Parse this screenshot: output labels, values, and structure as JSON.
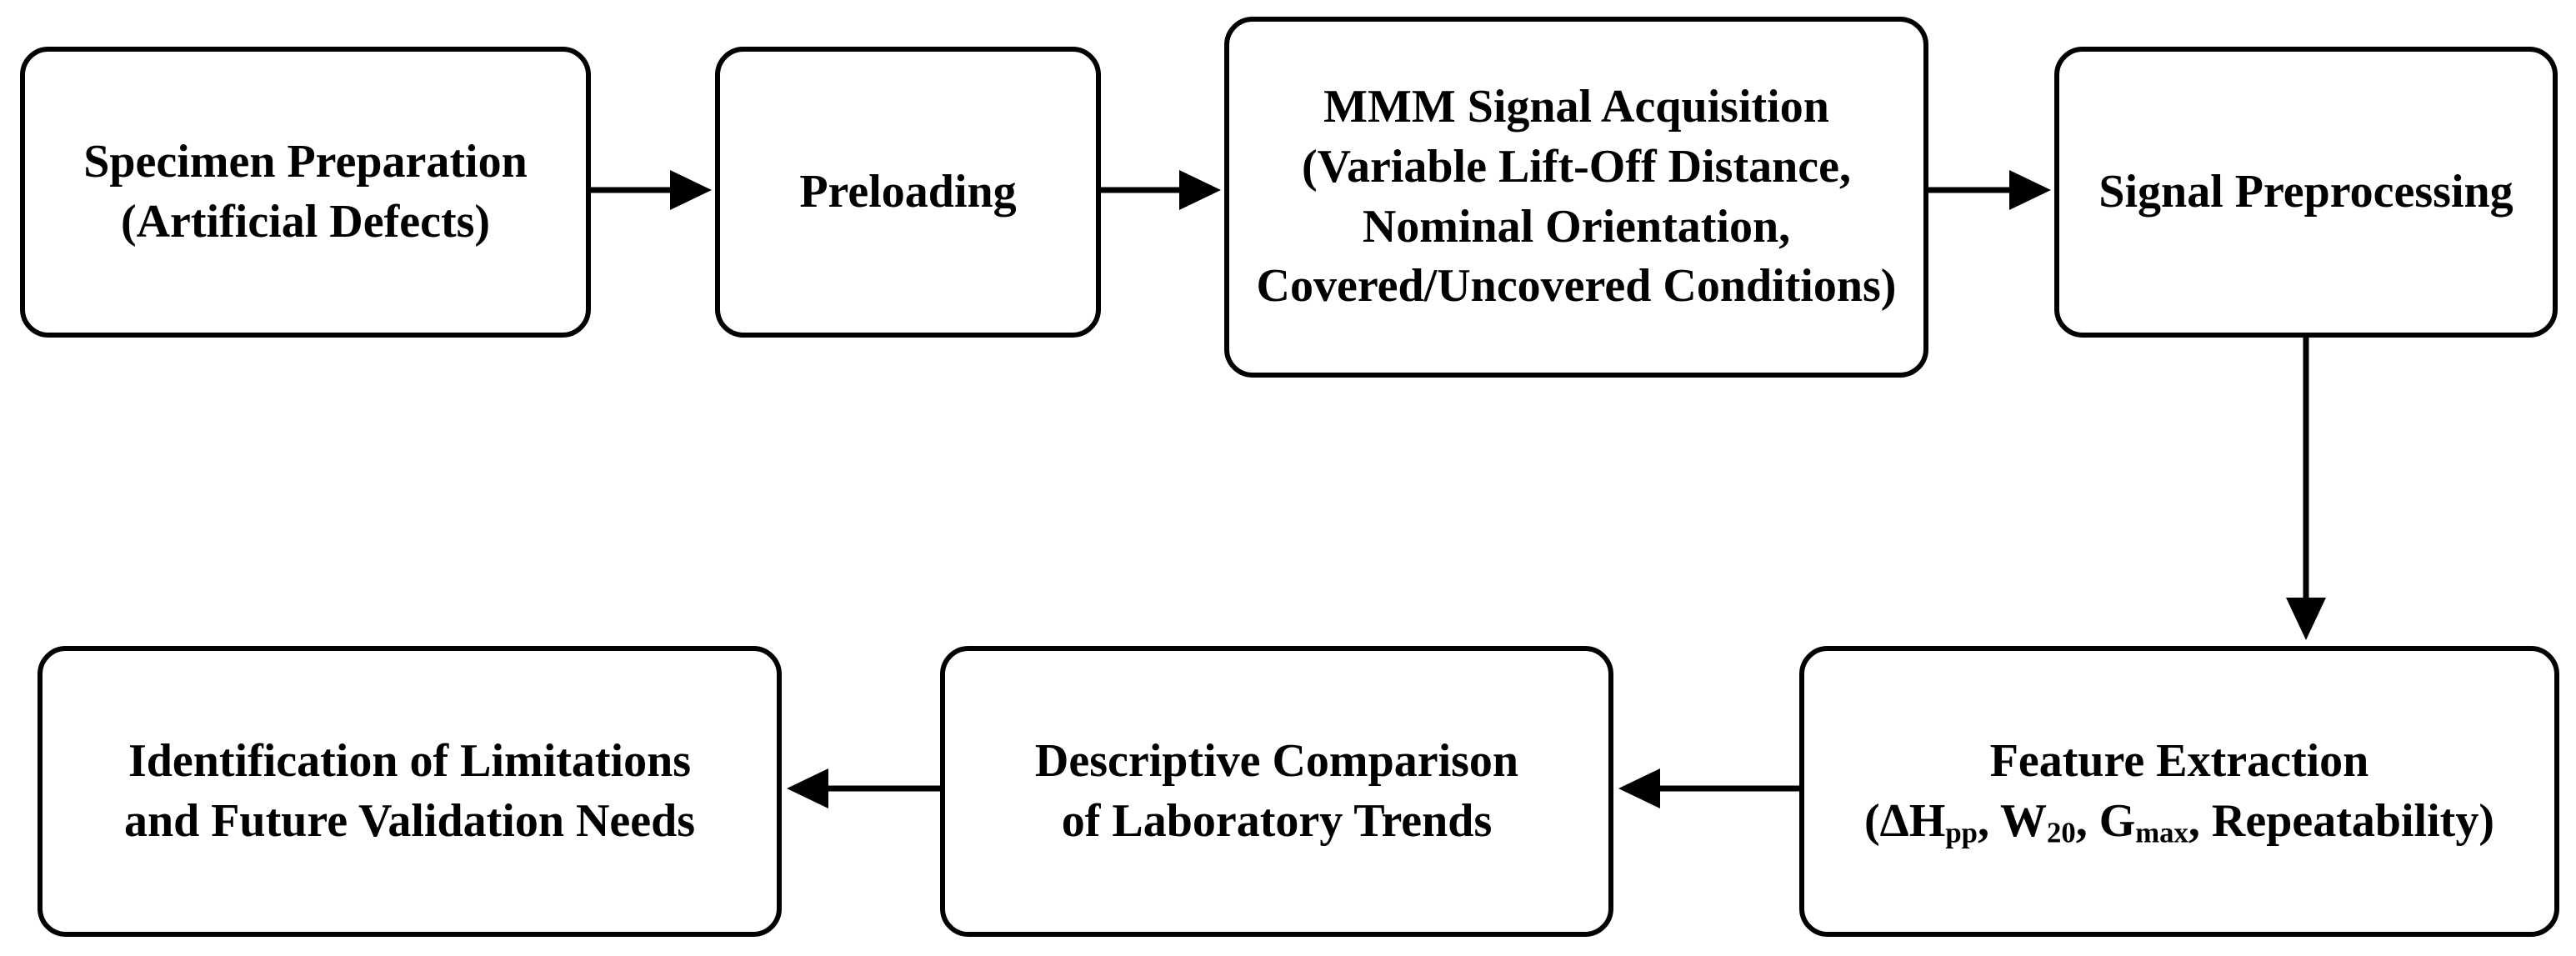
{
  "nodes": {
    "specimen": {
      "line1": "Specimen Preparation",
      "line2": "(Artificial Defects)"
    },
    "preloading": {
      "line1": "Preloading"
    },
    "acquisition": {
      "line1": "MMM Signal Acquisition",
      "line2": "(Variable Lift-Off Distance,",
      "line3": "Nominal Orientation,",
      "line4": "Covered/Uncovered Conditions)"
    },
    "preprocessing": {
      "line1": "Signal Preprocessing"
    },
    "feature": {
      "line1": "Feature Extraction",
      "open": "(ΔH",
      "sub_pp": "pp",
      "sep1": ", W",
      "sub_20": "20",
      "sep2": ", G",
      "sub_max": "max",
      "tail": ", Repeatability)"
    },
    "comparison": {
      "line1": "Descriptive Comparison",
      "line2": "of Laboratory Trends"
    },
    "limitations": {
      "line1": "Identification of Limitations",
      "line2": "and Future Validation Needs"
    }
  },
  "edges": [
    {
      "from": "specimen",
      "to": "preloading"
    },
    {
      "from": "preloading",
      "to": "acquisition"
    },
    {
      "from": "acquisition",
      "to": "preprocessing"
    },
    {
      "from": "preprocessing",
      "to": "feature"
    },
    {
      "from": "feature",
      "to": "comparison"
    },
    {
      "from": "comparison",
      "to": "limitations"
    }
  ],
  "colors": {
    "stroke": "#000000",
    "fill": "#ffffff",
    "text": "#000000"
  }
}
